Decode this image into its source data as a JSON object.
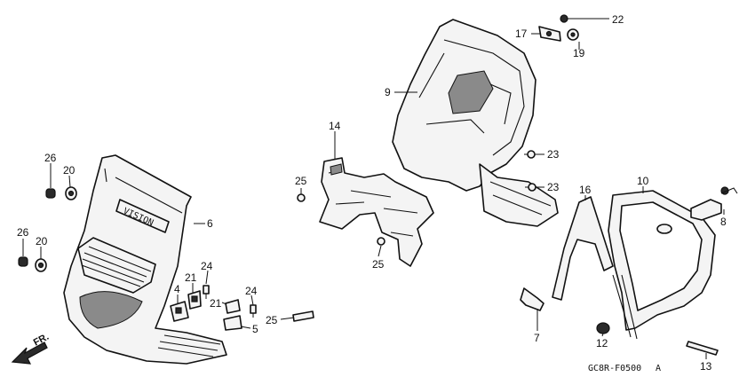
{
  "diagram": {
    "labels": {
      "p1": "26",
      "p2": "20",
      "p3": "26",
      "p4": "20",
      "p5": "6",
      "p6": "4",
      "p7": "21",
      "p8": "24",
      "p9": "21",
      "p10": "24",
      "p11": "5",
      "p12": "25",
      "p13": "14",
      "p14": "25",
      "p15": "25",
      "p16": "9",
      "p17": "17",
      "p18": "22",
      "p19": "19",
      "p20": "23",
      "p21": "23",
      "p22": "16",
      "p23": "10",
      "p24": "8",
      "p25": "7",
      "p26": "12",
      "p27": "13"
    },
    "emblem_text": "VISION",
    "direction_label": "FR.",
    "drawing_code": "GC8R-F0500",
    "revision_mark": "A"
  }
}
